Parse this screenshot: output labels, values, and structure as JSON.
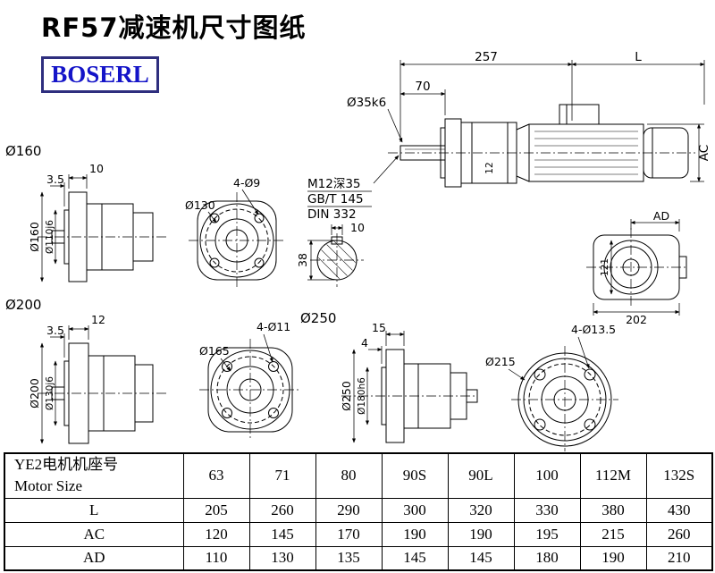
{
  "page": {
    "title": "RF57减速机尺寸图纸",
    "logo_text": "BOSERL"
  },
  "assembly": {
    "dim_257": "257",
    "dim_l": "L",
    "dim_70": "70",
    "dia_shaft": "Ø35k6",
    "dim_ac": "AC",
    "dim_key": "12",
    "note_m12": "M12深35",
    "note_gbt": "GB/T 145",
    "note_din": "DIN 332"
  },
  "flange160": {
    "label": "Ø160",
    "dim_thk": "10",
    "dim_spigot": "3.5",
    "dia_outer": "Ø160",
    "dia_spigot": "Ø110j6"
  },
  "bolt130": {
    "holes": "4-Ø9",
    "dia": "Ø130"
  },
  "shaft_section": {
    "dim_key": "10",
    "dim_dia": "38"
  },
  "ad_view": {
    "label": "AD",
    "dim_121": "121",
    "dim_202": "202"
  },
  "flange200": {
    "label": "Ø200",
    "dim_thk": "12",
    "dim_spigot": "3.5",
    "dia_outer": "Ø200",
    "dia_spigot": "Ø130j6"
  },
  "bolt165": {
    "holes": "4-Ø11",
    "dia": "Ø165"
  },
  "flange250": {
    "label": "Ø250",
    "dim_thk": "15",
    "dim_spigot": "4",
    "dia_outer": "Ø250",
    "dia_spigot": "Ø180h6"
  },
  "bolt215": {
    "holes": "4-Ø13.5",
    "dia": "Ø215"
  },
  "table": {
    "header_line1": "YE2电机机座号",
    "header_line2": "Motor Size",
    "sizes": [
      "63",
      "71",
      "80",
      "90S",
      "90L",
      "100",
      "112M",
      "132S"
    ],
    "rows": [
      {
        "label": "L",
        "values": [
          "205",
          "260",
          "290",
          "300",
          "320",
          "330",
          "380",
          "430"
        ]
      },
      {
        "label": "AC",
        "values": [
          "120",
          "145",
          "170",
          "190",
          "190",
          "195",
          "215",
          "260"
        ]
      },
      {
        "label": "AD",
        "values": [
          "110",
          "130",
          "135",
          "145",
          "145",
          "180",
          "190",
          "210"
        ]
      }
    ]
  }
}
